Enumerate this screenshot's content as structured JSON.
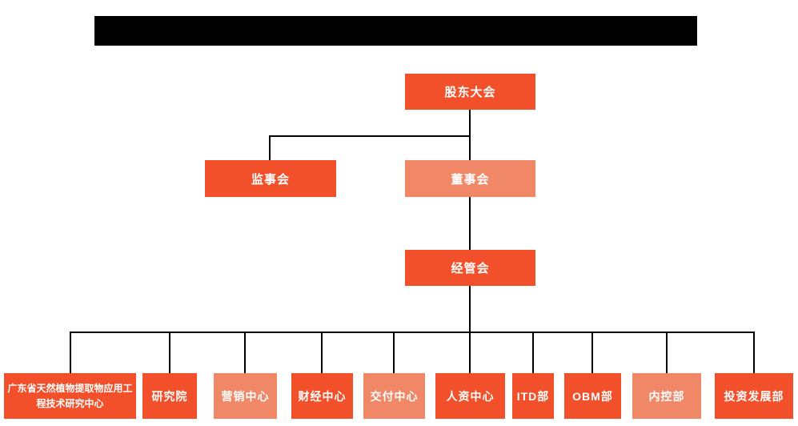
{
  "nodes": {
    "shareholders": "股东大会",
    "supervisory": "监事会",
    "board": "董事会",
    "management": "经管会"
  },
  "departments": [
    {
      "label": "广东省天然植物提取物应用工程技术研究中心"
    },
    {
      "label": "研究院"
    },
    {
      "label": "营销中心"
    },
    {
      "label": "财经中心"
    },
    {
      "label": "交付中心"
    },
    {
      "label": "人资中心"
    },
    {
      "label": "ITD部"
    },
    {
      "label": "OBM部"
    },
    {
      "label": "内控部"
    },
    {
      "label": "投资发展部"
    }
  ],
  "colors": {
    "node-dark": "#f1502a",
    "node-light": "#f08868",
    "line": "#000000"
  }
}
